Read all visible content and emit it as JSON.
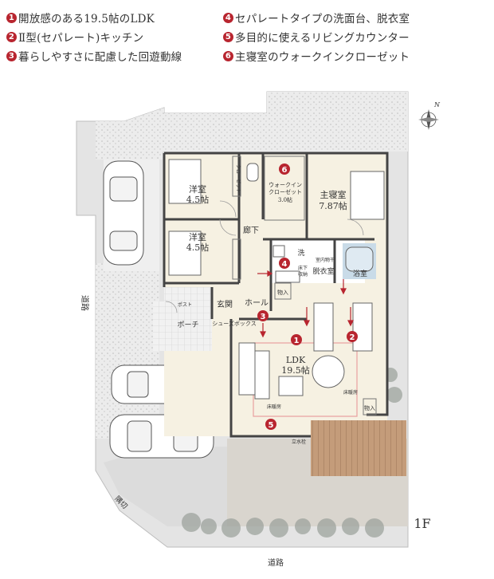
{
  "legend": [
    {
      "num": "1",
      "text": "開放感のある19.5帖のLDK"
    },
    {
      "num": "2",
      "text": "Ⅱ型(セパレート)キッチン"
    },
    {
      "num": "3",
      "text": "暮らしやすさに配慮した回遊動線"
    },
    {
      "num": "4",
      "text": "セパレートタイプの洗面台、脱衣室"
    },
    {
      "num": "5",
      "text": "多目的に使えるリビングカウンター"
    },
    {
      "num": "6",
      "text": "主寝室のウォークインクローゼット"
    }
  ],
  "rooms": {
    "western1_name": "洋室",
    "western1_size": "4.5帖",
    "western2_name": "洋室",
    "western2_size": "4.5帖",
    "master_name": "主寝室",
    "master_size": "7.87帖",
    "wic_name1": "ウォークイン",
    "wic_name2": "クローゼット",
    "wic_size": "3.0帖",
    "closet": "クローゼット",
    "hallway": "廊下",
    "hall": "ホール",
    "entrance": "玄関",
    "porch": "ポーチ",
    "shoebox": "シューズボックス",
    "post": "ポスト",
    "wash": "洗",
    "laundry": "室内物干",
    "dressing": "脱衣室",
    "storage_under_floor1": "床下",
    "storage_under_floor2": "収納",
    "bath": "浴室",
    "storage": "物入",
    "storage2": "物入",
    "ldk_name": "LDK",
    "ldk_size": "19.5帖",
    "floor_heating1": "床暖房",
    "floor_heating2": "床暖房",
    "water_tap": "立水栓"
  },
  "site": {
    "road_left": "道路",
    "road_bottom": "道路",
    "corner_cut": "隅切",
    "floor": "1F",
    "compass_north": "N"
  },
  "colors": {
    "accent_red": "#b8252f",
    "floor_cream": "#f6f1e2",
    "wall": "#444444",
    "garden_gray": "#d8d8d8",
    "deck_brown": "#b48a6a",
    "water_blue": "#c9dbe8",
    "terrace": "#d9d5ce"
  }
}
